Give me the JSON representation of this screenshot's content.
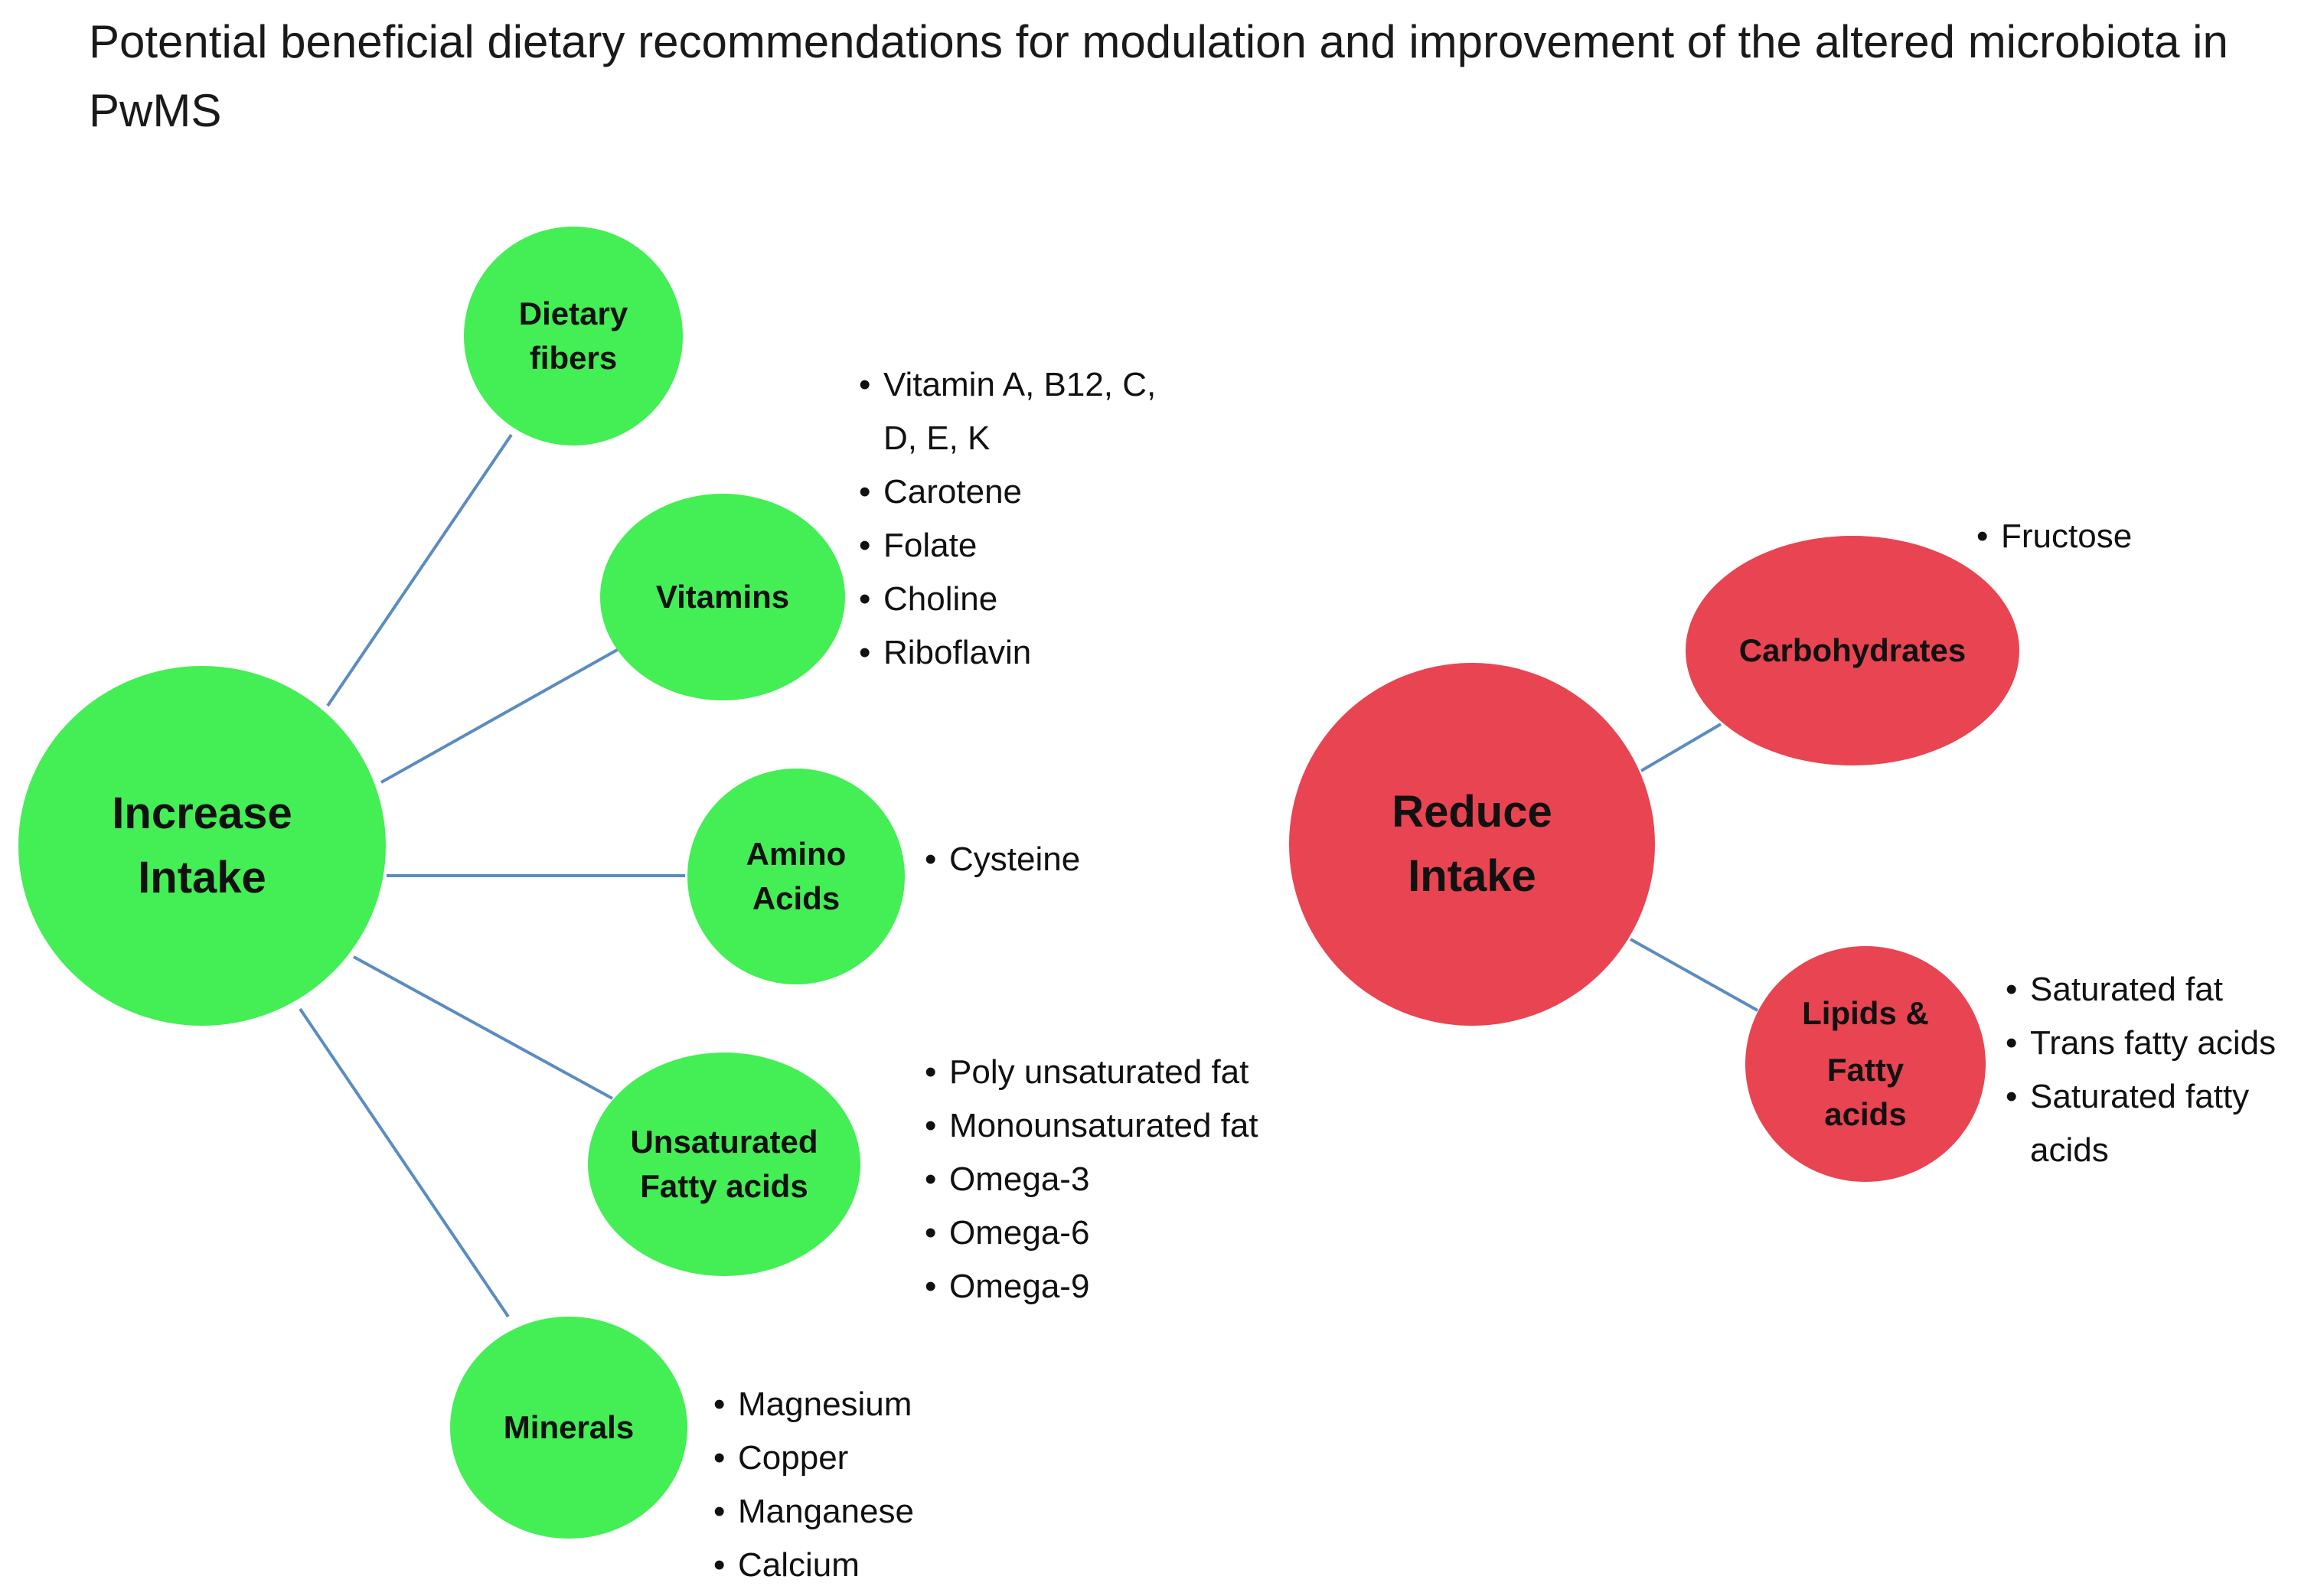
{
  "title": "Potential beneficial dietary recommendations for modulation and improvement of the altered microbiota in PwMS",
  "colors": {
    "increase": "#44ee55",
    "reduce": "#e84452",
    "connector": "#5b8cc0"
  },
  "increase": {
    "label_line1": "Increase",
    "label_line2": "Intake",
    "branches": {
      "fibers": {
        "line1": "Dietary",
        "line2": "fibers",
        "items": []
      },
      "vitamins": {
        "line1": "Vitamins",
        "items": [
          "Vitamin A, B12, C, D, E, K",
          "Carotene",
          "Folate",
          "Choline",
          "Riboflavin"
        ]
      },
      "amino": {
        "line1": "Amino",
        "line2": "Acids",
        "items": [
          "Cysteine"
        ]
      },
      "unsat": {
        "line1": "Unsaturated",
        "line2": "Fatty acids",
        "items": [
          "Poly unsaturated fat",
          "Monounsaturated fat",
          "Omega-3",
          "Omega-6",
          "Omega-9"
        ]
      },
      "minerals": {
        "line1": "Minerals",
        "items": [
          "Magnesium",
          "Copper",
          "Manganese",
          "Calcium"
        ]
      }
    }
  },
  "reduce": {
    "label_line1": "Reduce",
    "label_line2": "Intake",
    "branches": {
      "carbs": {
        "line1": "Carbohydrates",
        "items": [
          "Fructose"
        ]
      },
      "lipids": {
        "line1": "Lipids &",
        "line2": "Fatty",
        "line3": "acids",
        "items": [
          "Saturated fat",
          "Trans fatty acids",
          "Saturated fatty acids"
        ]
      }
    }
  }
}
